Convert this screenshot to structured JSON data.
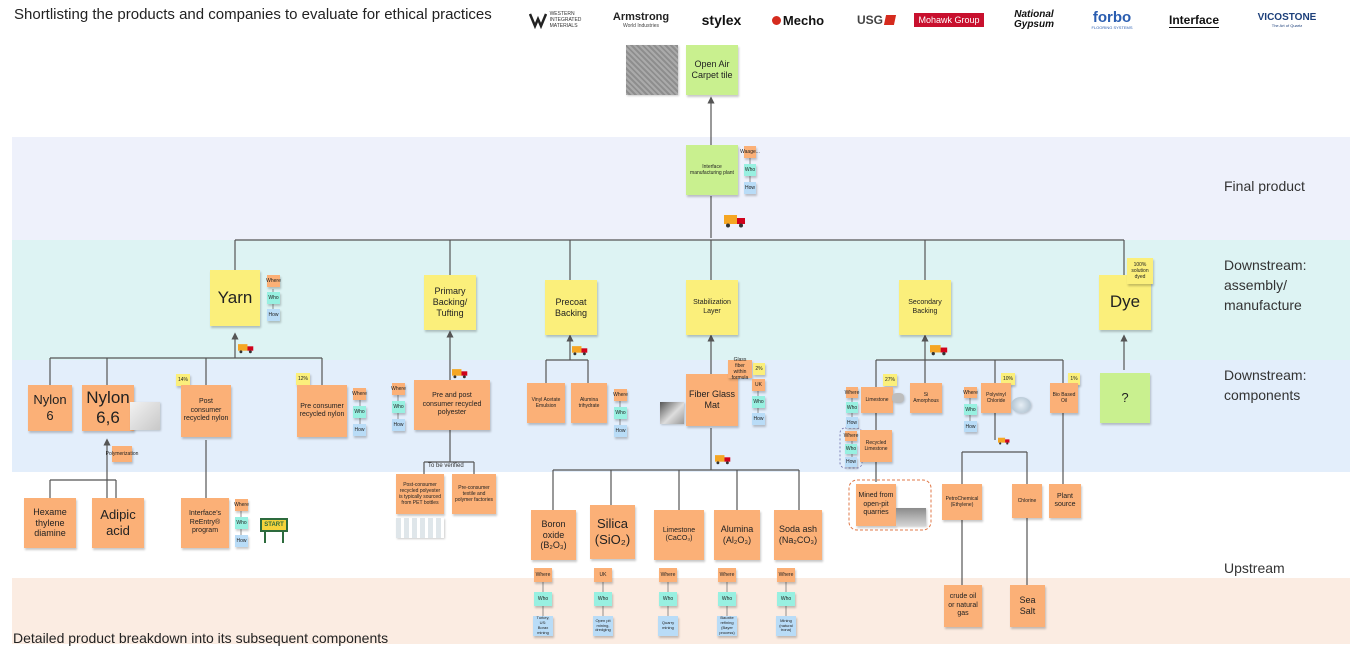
{
  "header": {
    "title": "Shortlisting the products and companies to evaluate for ethical practices",
    "footer": "Detailed product breakdown into its subsequent components"
  },
  "logos": {
    "western_1": "WESTERN",
    "western_2": "INTEGRATED",
    "western_3": "MATERIALS",
    "armstrong": "Armstrong",
    "armstrong_sub": "World Industries",
    "stylex": "stylex",
    "mecho": "Mecho",
    "usg": "USG",
    "mohawk": "Mohawk Group",
    "national_1": "National",
    "national_2": "Gypsum",
    "forbo": "forbo",
    "forbo_sub": "FLOORING SYSTEMS",
    "interface": "Interface",
    "vicostone": "VICOSTONE",
    "vicostone_sub": "The Art of Quartz"
  },
  "stages": {
    "final": "Final product",
    "downstream_assembly": [
      "Downstream:",
      "assembly/",
      "manufacture"
    ],
    "downstream_components": [
      "Downstream:",
      "components"
    ],
    "upstream": "Upstream"
  },
  "colors": {
    "final_band": "#eef1fb",
    "assembly_band": "#ddf3f3",
    "components_band": "#e3eefb",
    "upstream_band": "#fbece2",
    "orange_note": "#fbb077",
    "yellow_note": "#fbef7b",
    "green_note": "#c9f08f"
  },
  "nodes": {
    "open_air": "Open Air Carpet tile",
    "plant": "Interface manufacturing plant",
    "plant_where": "Waage...",
    "plant_who": "Who",
    "plant_how": "How",
    "yarn": "Yarn",
    "yarn_where": "Where",
    "yarn_who": "Who",
    "yarn_how": "How",
    "primary": "Primary Backing/ Tufting",
    "precoat": "Precoat Backing",
    "stabilization": "Stabilization Layer",
    "secondary": "Secondary Backing",
    "dye": "Dye",
    "dye_note": "100% solution dyed",
    "nylon6": "Nylon 6",
    "nylon66": "Nylon 6,6",
    "nylon66_tag": "Polymerization",
    "post_pct": "14%",
    "post": "Post consumer recycled nylon",
    "pre_pct": "12%",
    "pre": "Pre consumer recycled nylon",
    "pre_where": "Where",
    "pre_who": "Who",
    "pre_how": "How",
    "ppc": "Pre and post consumer recycled polyester",
    "ppc_where": "Where",
    "ppc_who": "Who",
    "ppc_how": "How",
    "to_verify": "To be verified",
    "ppc_left": "Post-consumer recycled polyester is typically sourced from PET bottles",
    "ppc_right": "Pre-consumer textile and polymer factories",
    "vinyl": "Vinyl Acetate Emulsion",
    "alumina_tri": "Alumina trihydrate",
    "precoat_where": "Where",
    "precoat_who": "Who",
    "precoat_how": "How",
    "fiber": "Fiber Glass Mat",
    "fiber_note": "Glass fiber within formula",
    "fiber_pct": "2%",
    "fiber_where": "UK",
    "fiber_who": "Who",
    "fiber_how": "How",
    "sec_where": "Where",
    "sec_who": "Who",
    "sec_how": "How",
    "limestone_pct": "27%",
    "limestone": "Limestone",
    "recycled_lime": "Recycled Limestone",
    "rec_where": "Where",
    "rec_who": "Who",
    "rec_how": "How",
    "mined": "Mined from open-pit quarries",
    "amorphous": "Si Amorphous",
    "pvc_pct": "10%",
    "pvc": "Polyvinyl Chloride",
    "pvc_where": "Where",
    "pvc_who": "Who",
    "pvc_how": "How",
    "bio_pct": "1%",
    "bio": "Bio Based Oil",
    "question": "?",
    "petro": "PetroChemical (Ethylene)",
    "chlorine": "Chlorine",
    "plant_source": "Plant source",
    "crude": "crude oil or natural gas",
    "seasalt": "Sea Salt",
    "hexa": "Hexame thylene diamine",
    "adipic": "Adipic acid",
    "reentry": "Interface's ReEntry® program",
    "reentry_where": "Where",
    "reentry_who": "Who",
    "reentry_how": "How",
    "start_sign": "START",
    "boron": "Boron oxide (B₂O₃)",
    "silica": "Silica (SiO₂)",
    "limestone2": "Limestone (CaCO₃)",
    "alumina": "Alumina (Al₂O₃)",
    "soda": "Soda ash (Na₂CO₃)"
  },
  "upstream_where": [
    "Where",
    "UK",
    "Where",
    "Where",
    "Where"
  ],
  "upstream_who": [
    "Who",
    "Who",
    "Who",
    "Who",
    "Who"
  ],
  "upstream_how": [
    "Turkey, US: Borax mining",
    "Open pit mining, dredging",
    "Quarry mining",
    "Bauxite refining (Bayer process)",
    "Mining (natural trona)"
  ]
}
